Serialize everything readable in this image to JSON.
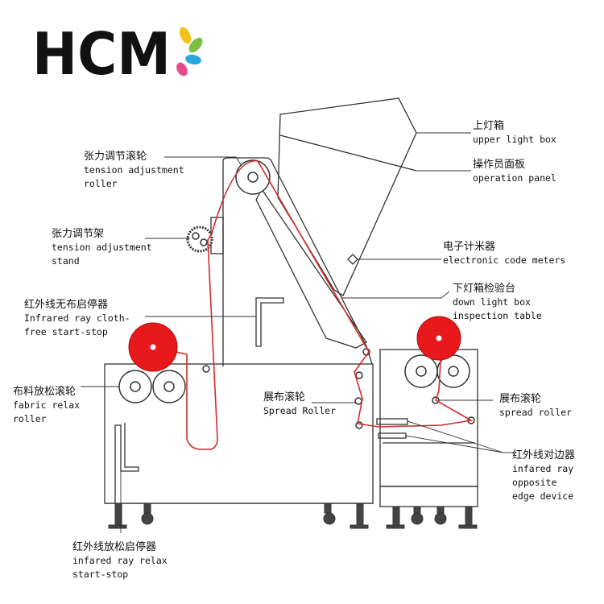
{
  "logo": {
    "text": "HCM",
    "petal_colors": [
      "#f3c21b",
      "#7ac143",
      "#2aa7df",
      "#e94b8a"
    ]
  },
  "labels": {
    "upper_light_box": {
      "zh": "上灯箱",
      "en": [
        "upper light box"
      ]
    },
    "operation_panel": {
      "zh": "操作员面板",
      "en": [
        "operation panel"
      ]
    },
    "tension_roller": {
      "zh": "张力调节滚轮",
      "en": [
        "tension adjustment",
        "roller"
      ]
    },
    "tension_stand": {
      "zh": "张力调节架",
      "en": [
        "tension adjustment",
        "stand"
      ]
    },
    "code_meters": {
      "zh": "电子计米器",
      "en": [
        "electronic code meters"
      ]
    },
    "inspection_table": {
      "zh": "下灯箱检验台",
      "en": [
        "down light box",
        "inspection table"
      ]
    },
    "cloth_free": {
      "zh": "红外线无布启停器",
      "en": [
        "Infrared ray cloth-",
        "free start-stop"
      ]
    },
    "fabric_relax_roller": {
      "zh": "布料放松滚轮",
      "en": [
        "fabric relax",
        "roller"
      ]
    },
    "spread_roller_mid": {
      "zh": "展布滚轮",
      "en": [
        "Spread Roller"
      ]
    },
    "spread_roller_right": {
      "zh": "展布滚轮",
      "en": [
        "spread roller"
      ]
    },
    "edge_device": {
      "zh": "红外线对边器",
      "en": [
        "infared ray",
        "opposite",
        "edge device"
      ]
    },
    "relax_start_stop": {
      "zh": "红外线放松启停器",
      "en": [
        "infared ray relax",
        "start-stop"
      ]
    }
  },
  "colors": {
    "fabric_path": "#d42a2a",
    "roll": "#e8191c",
    "line": "#333333"
  }
}
